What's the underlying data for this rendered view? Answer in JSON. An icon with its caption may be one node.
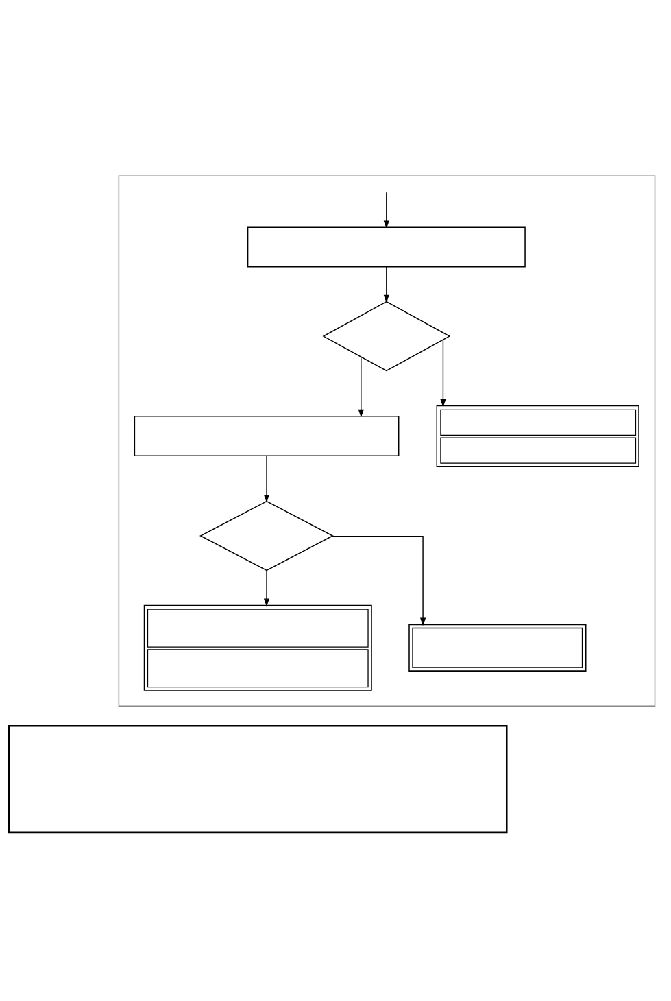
{
  "diagram": {
    "nodes": [
      {
        "text": [],
        "shape": "box"
      },
      {
        "text": [],
        "shape": "box",
        "in": 0
      },
      {
        "text": [],
        "shape": "diamond",
        "in": 0
      },
      {
        "text": [],
        "shape": "box",
        "in": 0
      },
      {
        "text": [],
        "shape": "box",
        "in": 0
      },
      {
        "text": [],
        "shape": "diamond",
        "in": 0
      },
      {
        "text": [],
        "shape": "box",
        "in": 0
      },
      {
        "text": [],
        "shape": "box",
        "in": 0
      },
      {
        "text": [],
        "shape": "box"
      }
    ],
    "edges": [
      {
        "from": null,
        "to": 1,
        "arrow": "to"
      },
      {
        "from": 1,
        "to": 2,
        "arrow": "to"
      },
      {
        "from": 2,
        "to": 3,
        "arrow": "to"
      },
      {
        "from": 2,
        "to": 4,
        "arrow": "to"
      },
      {
        "from": 3,
        "to": 5,
        "arrow": "to"
      },
      {
        "from": 5,
        "to": 6,
        "arrow": "to"
      },
      {
        "from": 5,
        "to": 7,
        "arrow": "to"
      }
    ]
  }
}
